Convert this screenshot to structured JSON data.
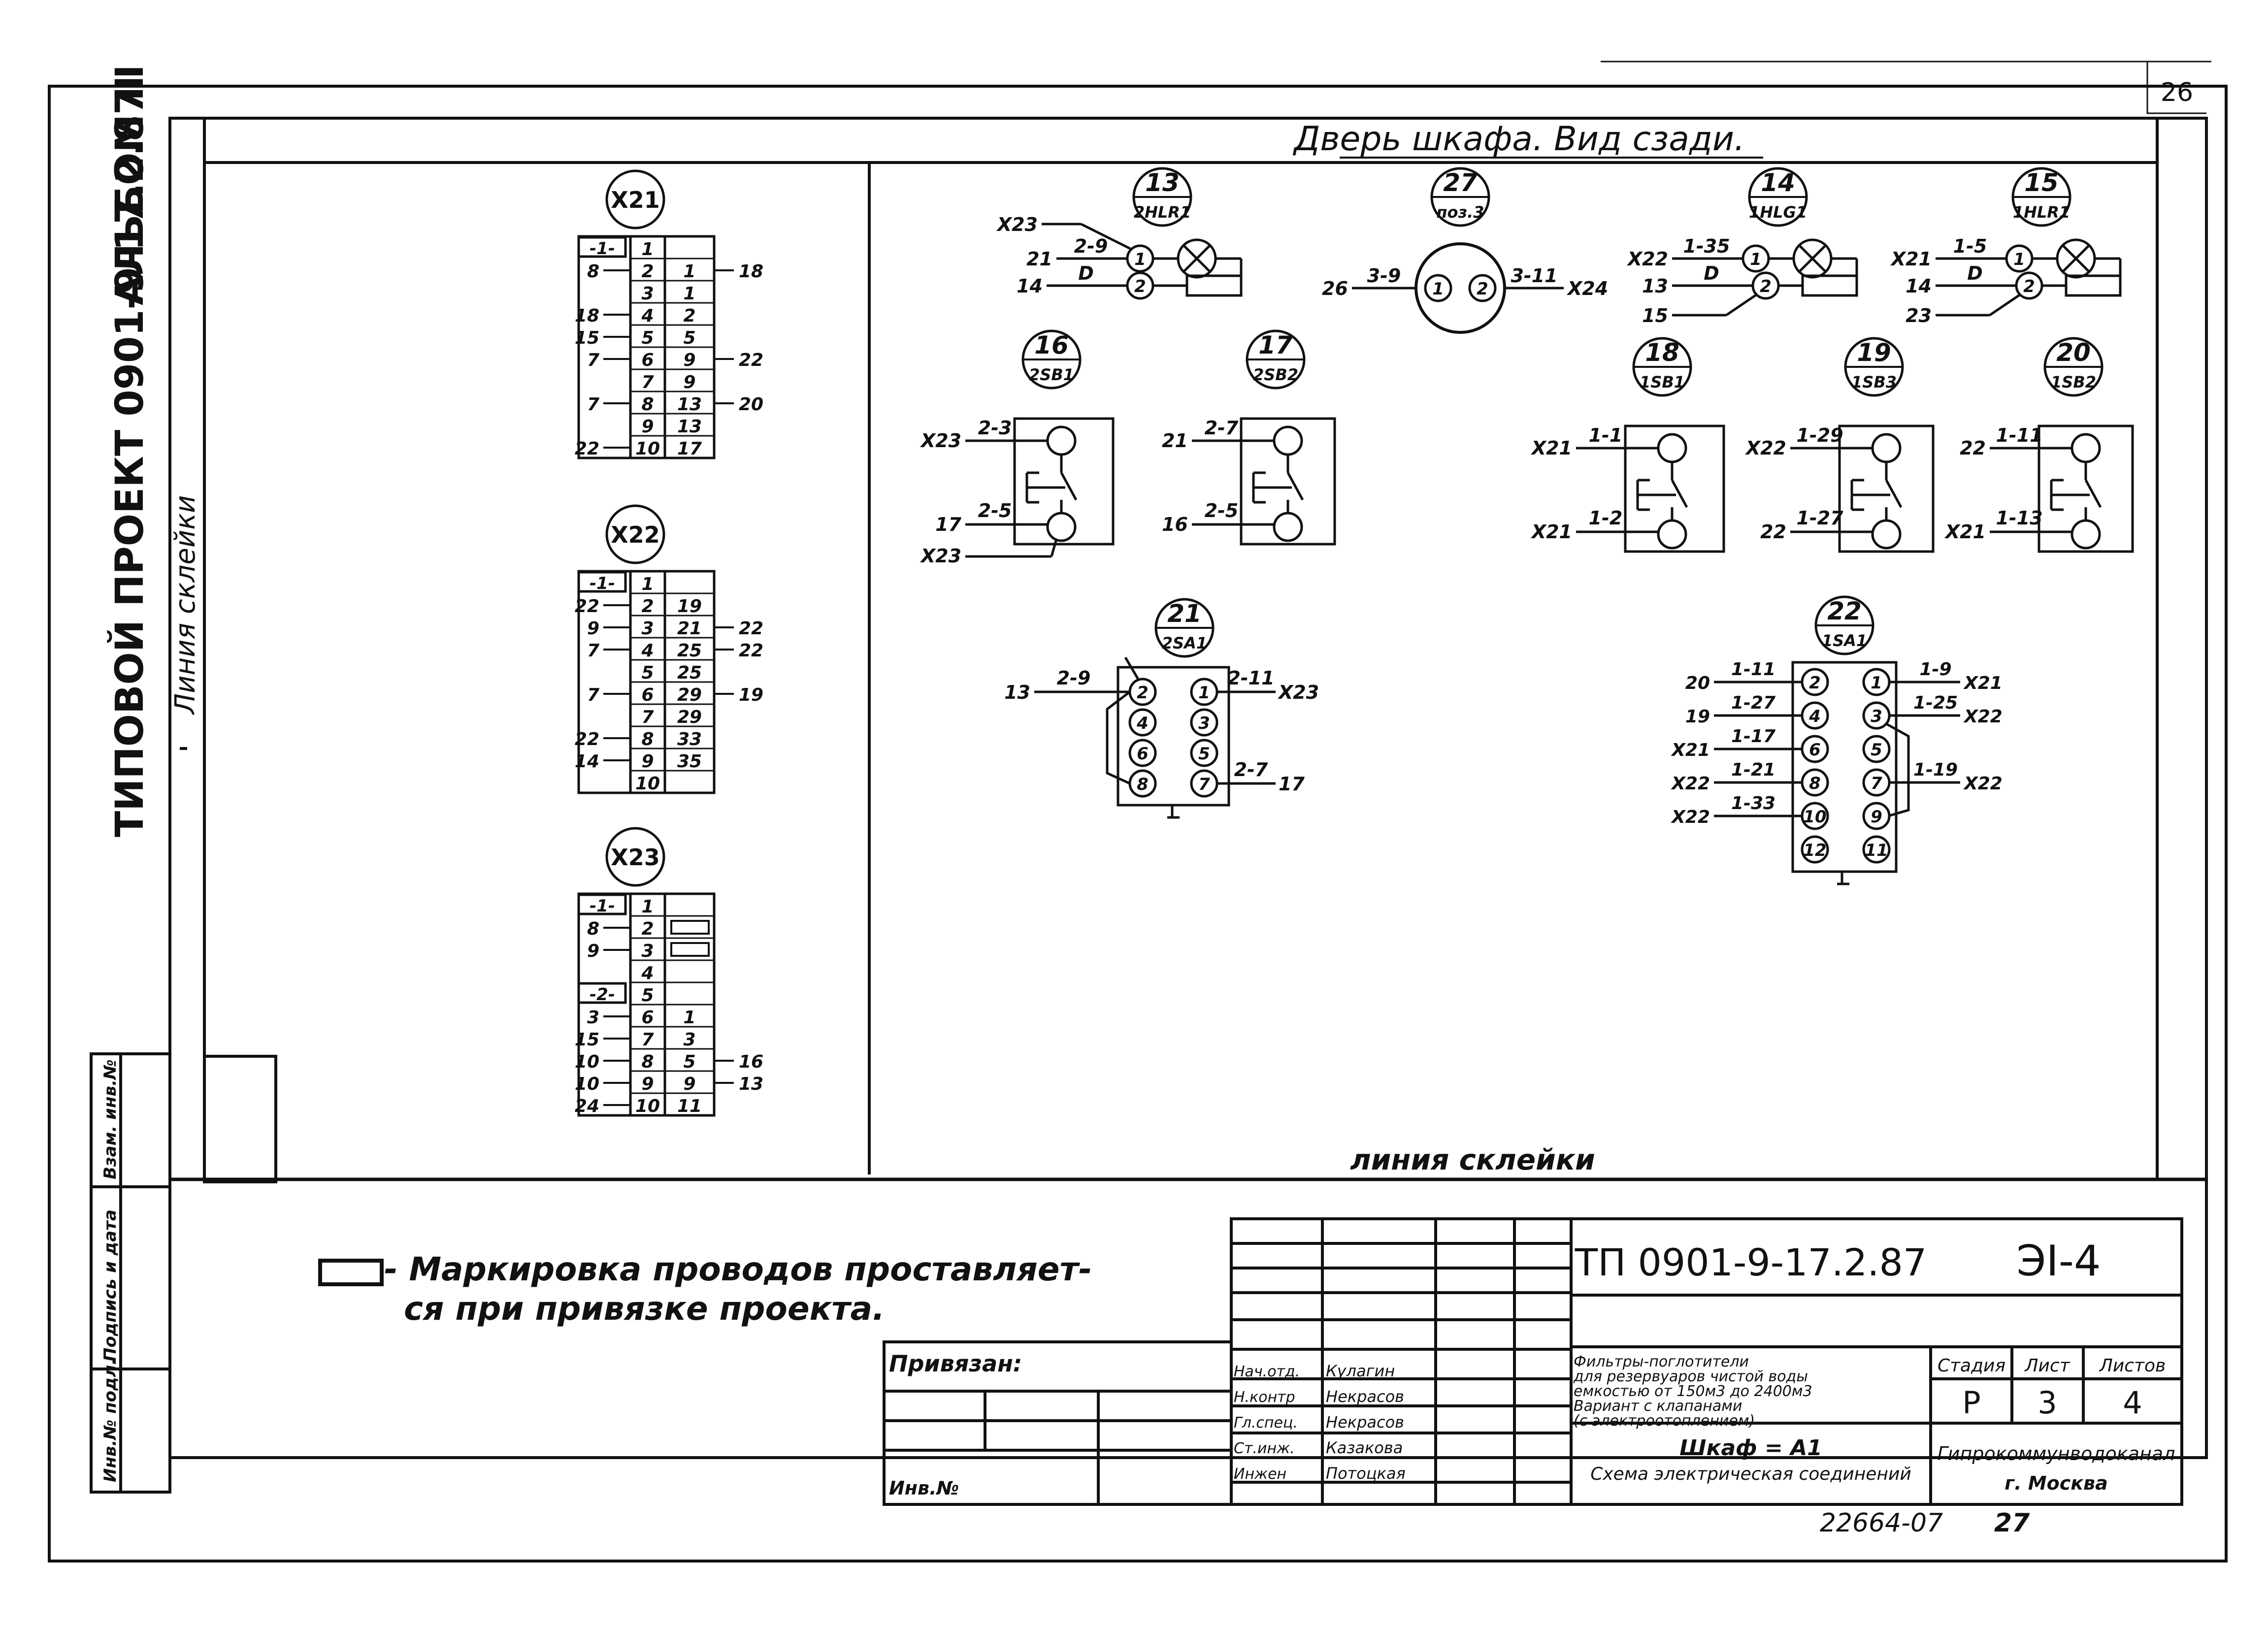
{
  "page_number": "26",
  "side": {
    "project": "ТИПОВОЙ ПРОЕКТ 0901-9-17.2.87",
    "album": "АЛЬБОМ Ⅲ",
    "glue_line_vertical": "Линия склейки",
    "archive_labels": [
      "Инв.№ подл.",
      "Подпись и дата",
      "Взам. инв.№"
    ]
  },
  "header": "Дверь шкафа. Вид сзади.",
  "glue_line_bottom": "линия склейки",
  "terminal_blocks": [
    {
      "id": "X21",
      "rows": [
        {
          "n": "-1-",
          "a": "1",
          "b": "",
          "left": "",
          "right": ""
        },
        {
          "n": "",
          "a": "2",
          "b": "1",
          "left": "8",
          "right": "18"
        },
        {
          "n": "",
          "a": "3",
          "b": "1",
          "left": "",
          "right": ""
        },
        {
          "n": "",
          "a": "4",
          "b": "2",
          "left": "18",
          "right": ""
        },
        {
          "n": "",
          "a": "5",
          "b": "5",
          "left": "15",
          "right": ""
        },
        {
          "n": "",
          "a": "6",
          "b": "9",
          "left": "7",
          "right": "22"
        },
        {
          "n": "",
          "a": "7",
          "b": "9",
          "left": "",
          "right": ""
        },
        {
          "n": "",
          "a": "8",
          "b": "13",
          "left": "7",
          "right": "20"
        },
        {
          "n": "",
          "a": "9",
          "b": "13",
          "left": "",
          "right": ""
        },
        {
          "n": "",
          "a": "10",
          "b": "17",
          "left": "22",
          "right": ""
        }
      ]
    },
    {
      "id": "X22",
      "rows": [
        {
          "n": "-1-",
          "a": "1",
          "b": "",
          "left": "",
          "right": ""
        },
        {
          "n": "",
          "a": "2",
          "b": "19",
          "left": "22",
          "right": ""
        },
        {
          "n": "",
          "a": "3",
          "b": "21",
          "left": "9",
          "right": "22"
        },
        {
          "n": "",
          "a": "4",
          "b": "25",
          "left": "7",
          "right": "22"
        },
        {
          "n": "",
          "a": "5",
          "b": "25",
          "left": "",
          "right": ""
        },
        {
          "n": "",
          "a": "6",
          "b": "29",
          "left": "7",
          "right": "19"
        },
        {
          "n": "",
          "a": "7",
          "b": "29",
          "left": "",
          "right": ""
        },
        {
          "n": "",
          "a": "8",
          "b": "33",
          "left": "22",
          "right": ""
        },
        {
          "n": "",
          "a": "9",
          "b": "35",
          "left": "14",
          "right": ""
        },
        {
          "n": "",
          "a": "10",
          "b": "",
          "left": "",
          "right": ""
        }
      ]
    },
    {
      "id": "X23",
      "rows": [
        {
          "n": "-1-",
          "a": "1",
          "b": "",
          "left": "",
          "right": ""
        },
        {
          "n": "",
          "a": "2",
          "b": "▭",
          "left": "8",
          "right": ""
        },
        {
          "n": "",
          "a": "3",
          "b": "▭",
          "left": "9",
          "right": ""
        },
        {
          "n": "",
          "a": "4",
          "b": "",
          "left": "",
          "right": ""
        },
        {
          "n": "-2-",
          "a": "5",
          "b": "",
          "left": "",
          "right": ""
        },
        {
          "n": "",
          "a": "6",
          "b": "1",
          "left": "3",
          "right": ""
        },
        {
          "n": "",
          "a": "7",
          "b": "3",
          "left": "15",
          "right": ""
        },
        {
          "n": "",
          "a": "8",
          "b": "5",
          "left": "10",
          "right": "16"
        },
        {
          "n": "",
          "a": "9",
          "b": "9",
          "left": "10",
          "right": "13"
        },
        {
          "n": "",
          "a": "10",
          "b": "11",
          "left": "24",
          "right": ""
        }
      ]
    }
  ],
  "lamps": [
    {
      "pos": "13",
      "ref": "2HLR1",
      "w1": "2-9",
      "w2": "D",
      "n1": "21",
      "n2": "14",
      "top": "X23"
    },
    {
      "pos": "14",
      "ref": "1HLG1",
      "w1": "1-35",
      "w2": "D",
      "n1": "X22",
      "n2": "13",
      "bot": "15"
    },
    {
      "pos": "15",
      "ref": "1HLR1",
      "w1": "1-5",
      "w2": "D",
      "n1": "X21",
      "n2": "14",
      "bot": "23"
    }
  ],
  "socket": {
    "pos": "27",
    "ref": "поз.3",
    "w1": "3-9",
    "w2": "3-11",
    "n1": "26",
    "n2": "X24"
  },
  "buttons": [
    {
      "pos": "16",
      "ref": "2SB1",
      "w1": "2-3",
      "w2": "2-5",
      "n1": "X23",
      "n2": "17",
      "n3": "X23"
    },
    {
      "pos": "17",
      "ref": "2SB2",
      "w1": "2-7",
      "w2": "2-5",
      "n1": "21",
      "n2": "16"
    },
    {
      "pos": "18",
      "ref": "1SB1",
      "w1": "1-1",
      "w2": "1-2",
      "n1": "X21",
      "n2": "X21"
    },
    {
      "pos": "19",
      "ref": "1SB3",
      "w1": "1-29",
      "w2": "1-27",
      "n1": "X22",
      "n2": "22"
    },
    {
      "pos": "20",
      "ref": "1SB2",
      "w1": "1-11",
      "w2": "1-13",
      "n1": "22",
      "n2": "X21"
    }
  ],
  "switch_2sa1": {
    "pos": "21",
    "ref": "2SA1",
    "contacts": [
      "2",
      "1",
      "4",
      "3",
      "6",
      "5",
      "8",
      "7"
    ],
    "wires": {
      "l2": "2-9",
      "r1": "2-11",
      "r5": "2-7"
    },
    "nodes": {
      "l2": "13",
      "r1": "X23",
      "r5": "17"
    }
  },
  "switch_1sa1": {
    "pos": "22",
    "ref": "1SA1",
    "contacts": [
      "2",
      "1",
      "4",
      "3",
      "6",
      "5",
      "8",
      "7",
      "10",
      "9",
      "12",
      "11"
    ],
    "left": [
      {
        "node": "20",
        "wire": "1-11"
      },
      {
        "node": "19",
        "wire": "1-27"
      },
      {
        "node": "X21",
        "wire": "1-17"
      },
      {
        "node": "X22",
        "wire": "1-21"
      },
      {
        "node": "X22",
        "wire": "1-33"
      }
    ],
    "right": [
      {
        "wire": "1-9",
        "node": "X21"
      },
      {
        "wire": "1-25",
        "node": "X22"
      },
      {
        "wire": "1-19",
        "node": "X22"
      }
    ]
  },
  "note": {
    "line1": "- Маркировка проводов проставляет-",
    "line2": "ся при привязке проекта."
  },
  "title_block": {
    "code": "ТП 0901-9-17.2.87",
    "sheet_code": "ЭI-4",
    "privyazan": "Привязан:",
    "inv": "Инв.№",
    "roles": [
      {
        "role": "Нач.отд.",
        "name": "Кулагин"
      },
      {
        "role": "Н.контр",
        "name": "Некрасов"
      },
      {
        "role": "Гл.спец.",
        "name": "Некрасов"
      },
      {
        "role": "Ст.инж.",
        "name": "Казакова"
      },
      {
        "role": "Инжен",
        "name": "Потоцкая"
      }
    ],
    "desc": [
      "Фильтры-поглотители",
      "для резервуаров чистой воды",
      "емкостью от 150м3 до 2400м3",
      "Вариант с клапанами",
      "(с электроотоплением)"
    ],
    "stage_h": "Стадия",
    "sheet_h": "Лист",
    "sheets_h": "Листов",
    "stage": "Р",
    "sheet": "3",
    "sheets": "4",
    "title1": "Шкаф = А1",
    "title2": "Схема электрическая соединений",
    "org1": "Гипрокоммунводоканал",
    "org2": "г. Москва",
    "archive": "22664-07",
    "archive_page": "27"
  }
}
